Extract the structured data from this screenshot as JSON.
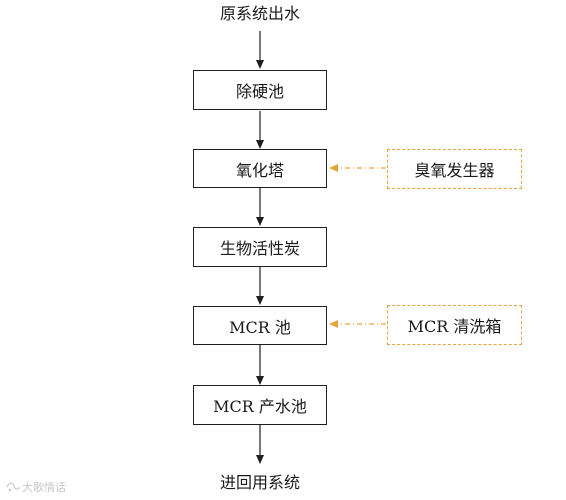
{
  "top_label": "原系统出水",
  "bottom_label": "进回用系统",
  "process_steps": [
    {
      "label": "除硬池"
    },
    {
      "label": "氧化塔"
    },
    {
      "label": "生物活性炭"
    },
    {
      "label": "MCR 池"
    },
    {
      "label": "MCR 产水池"
    }
  ],
  "side_inputs": [
    {
      "label": "臭氧发生器",
      "feeds": "氧化塔"
    },
    {
      "label": "MCR 清洗箱",
      "feeds": "MCR 池"
    }
  ],
  "watermark": "大歌情话",
  "colors": {
    "line": "#1f1f1f",
    "dashed": "#e8a33a"
  }
}
